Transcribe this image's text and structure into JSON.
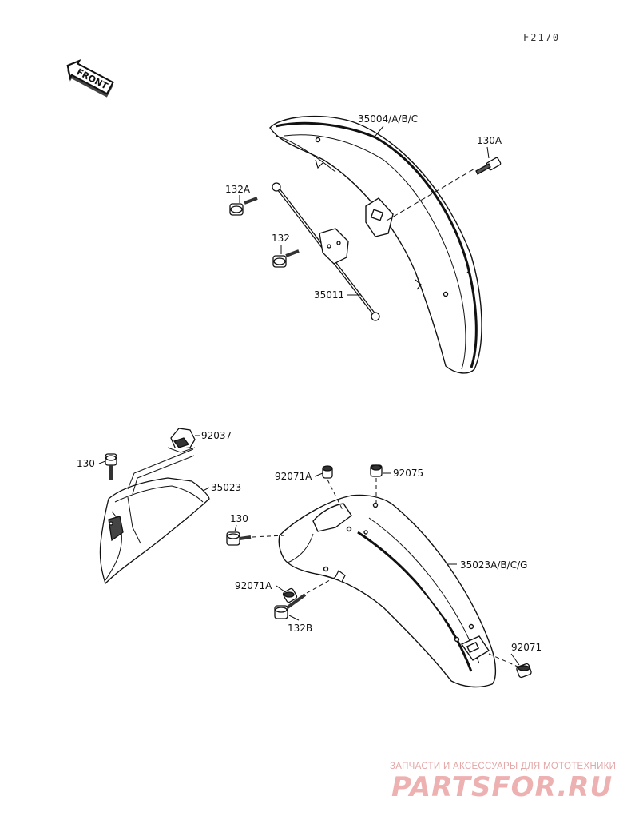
{
  "figure_code": "F2170",
  "front_arrow_text": "FRONT",
  "parts": {
    "p35004": "35004/A/B/C",
    "p130A": "130A",
    "p132A": "132A",
    "p132": "132",
    "p35011": "35011",
    "p92037": "92037",
    "p130_left": "130",
    "p35023": "35023",
    "p92071A_top": "92071A",
    "p92075": "92075",
    "p130_right": "130",
    "p35023A": "35023A/B/C/G",
    "p92071A_low": "92071A",
    "p132B": "132B",
    "p92071": "92071"
  },
  "watermark": {
    "tagline": "ЗАПЧАСТИ И АКСЕССУАРЫ ДЛЯ МОТОТЕХНИКИ",
    "brand": "PARTSFOR.RU"
  }
}
